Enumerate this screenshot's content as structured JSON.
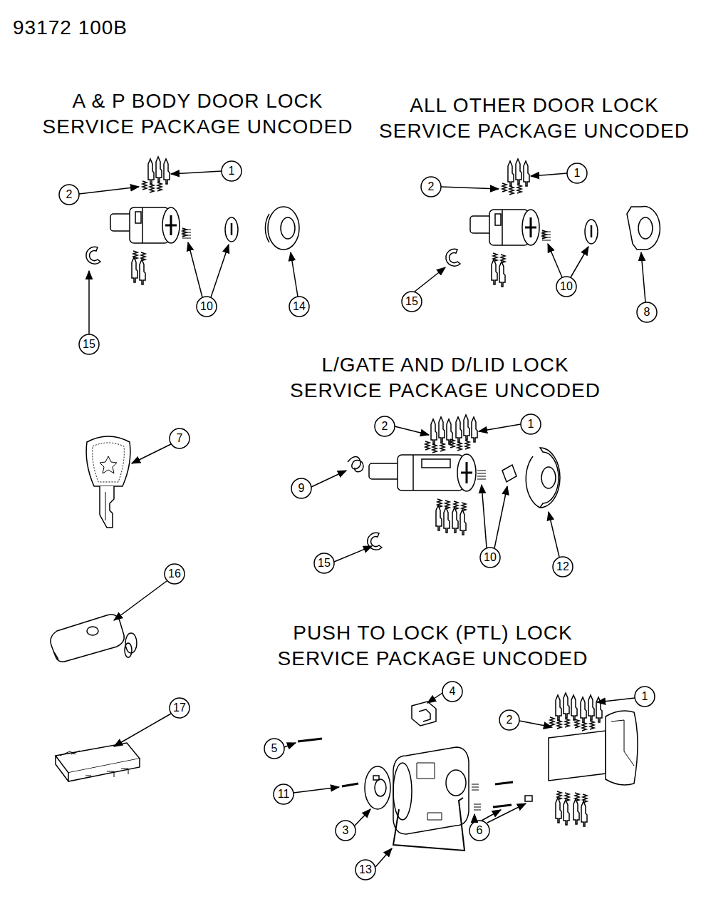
{
  "diagram": {
    "labels": [
      "93172 100B",
      "A & P BODY DOOR LOCK SERVICE PACKAGE UNCODED",
      "ALL OTHER DOOR LOCK SERVICE PACKAGE UNCODED",
      "L/GATE AND D/LID LOCK SERVICE PACKAGE UNCODED",
      "PUSH TO LOCK (PTL) LOCK SERVICE PACKAGE UNCODED",
      "1",
      "2",
      "10",
      "14",
      "15",
      "1",
      "2",
      "15",
      "10",
      "8",
      "2",
      "1",
      "9",
      "15",
      "10",
      "12",
      "7",
      "16",
      "17",
      "4",
      "1",
      "2",
      "5",
      "11",
      "3",
      "6",
      "13"
    ]
  }
}
